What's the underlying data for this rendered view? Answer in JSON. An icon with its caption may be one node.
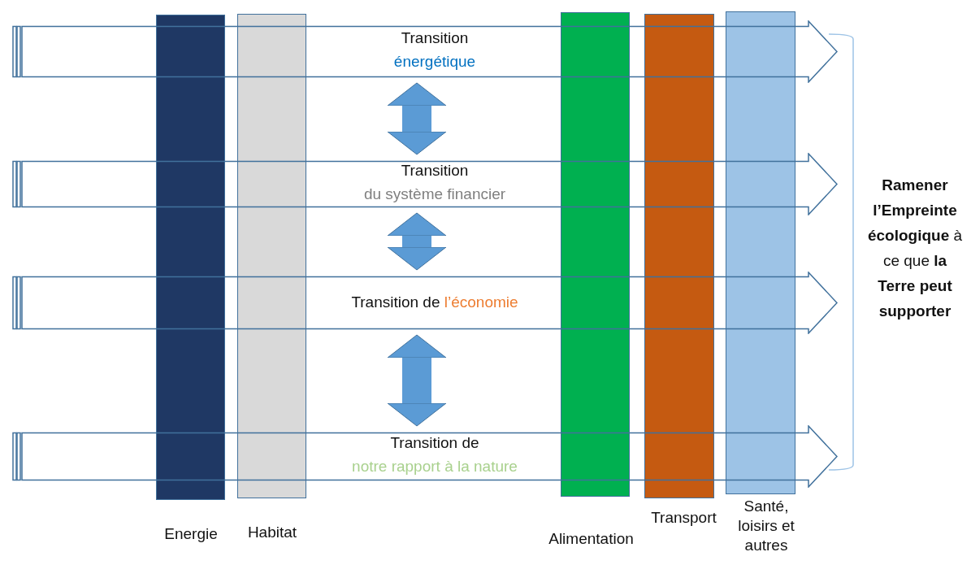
{
  "diagram": {
    "nodes": [
      {
        "text": [
          "Transition",
          "énergétique"
        ]
      },
      {
        "text": [
          "Transition",
          "du système financier"
        ]
      },
      {
        "text": [
          "Transition de",
          "l’économie"
        ]
      },
      {
        "text": [
          "Transition de",
          "notre rapport à la nature"
        ]
      },
      {
        "text": [],
        "shape": "bar",
        "beside": [
          "Energie"
        ]
      },
      {
        "text": [],
        "shape": "bar",
        "beside": [
          "Habitat"
        ]
      },
      {
        "text": [],
        "shape": "bar",
        "beside": [
          "Alimentation"
        ]
      },
      {
        "text": [],
        "shape": "bar",
        "beside": [
          "Transport"
        ]
      },
      {
        "text": [],
        "shape": "bar",
        "beside": [
          "Santé, loisirs et autres"
        ]
      }
    ],
    "edges": [
      {
        "from": 0,
        "to": 1,
        "arrow": "both"
      },
      {
        "from": 1,
        "to": 2,
        "arrow": "both"
      },
      {
        "from": 2,
        "to": 3,
        "arrow": "both"
      }
    ],
    "labels": [
      "**Ramener l’Empreinte écologique** à ce que **la Terre peut supporter**"
    ]
  }
}
